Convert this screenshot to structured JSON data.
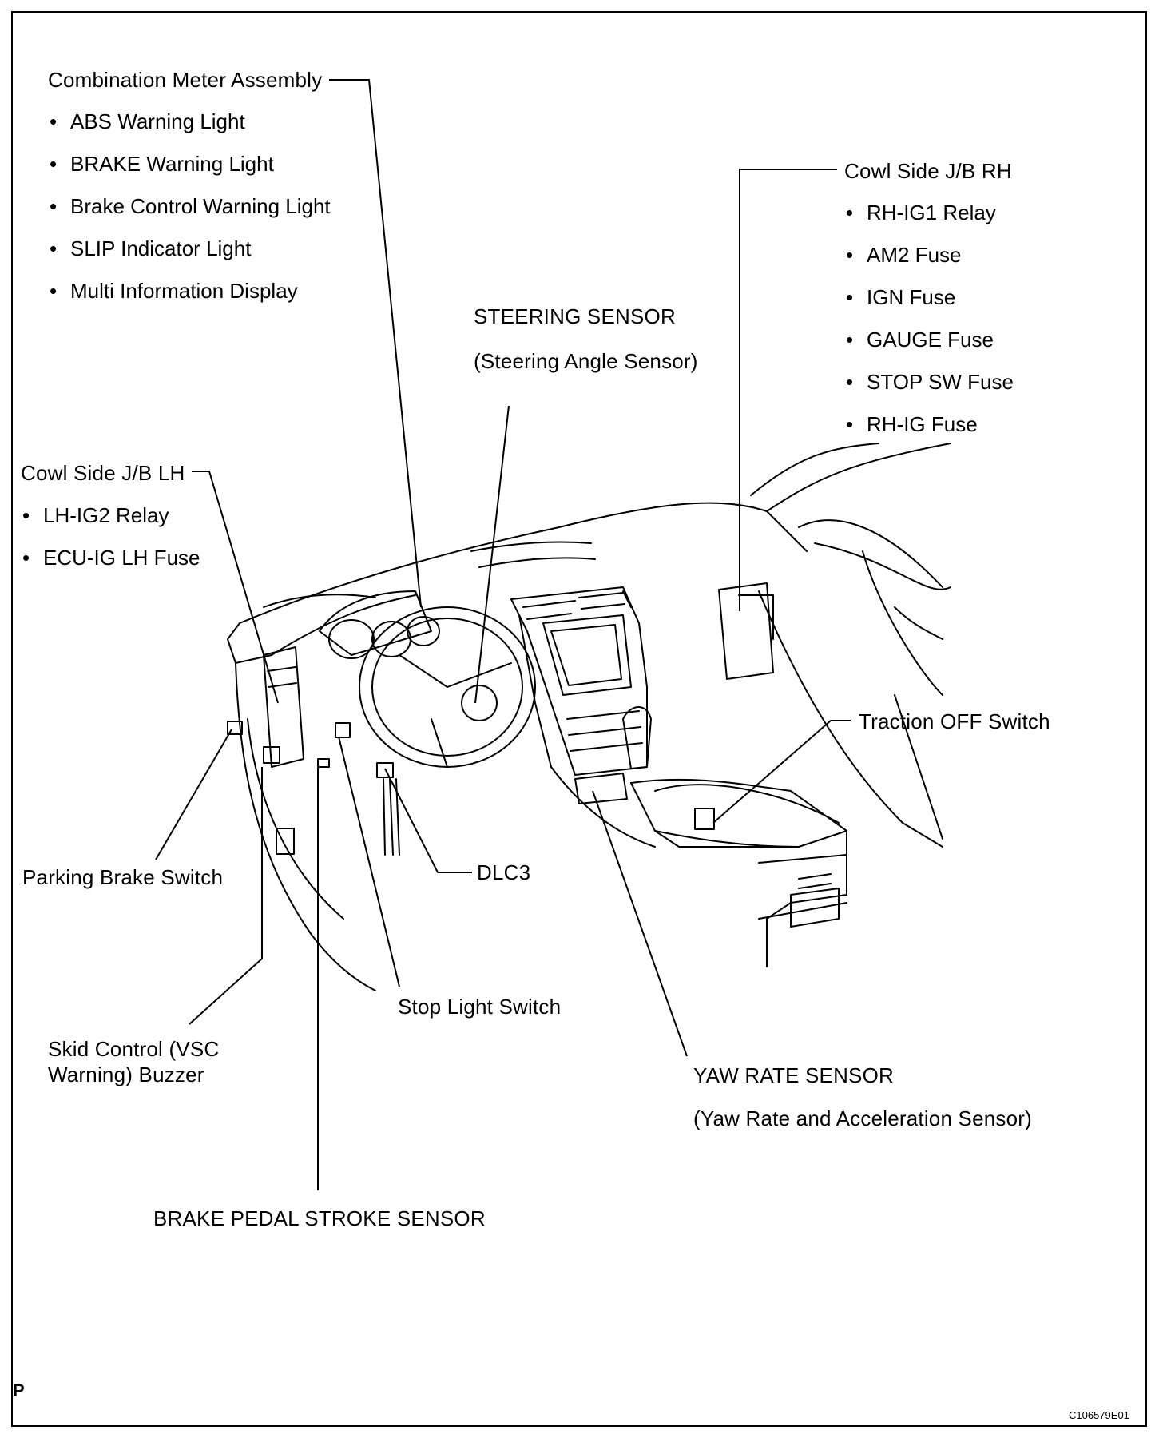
{
  "combination_meter": {
    "title": "Combination Meter Assembly",
    "items": [
      "ABS Warning Light",
      "BRAKE Warning Light",
      "Brake Control Warning Light",
      "SLIP Indicator Light",
      "Multi Information Display"
    ]
  },
  "steering_sensor": {
    "title": "STEERING SENSOR",
    "subtitle": "(Steering Angle Sensor)"
  },
  "cowl_rh": {
    "title": "Cowl Side J/B RH",
    "items": [
      "RH-IG1 Relay",
      "AM2 Fuse",
      "IGN Fuse",
      "GAUGE Fuse",
      "STOP SW Fuse",
      "RH-IG Fuse"
    ]
  },
  "cowl_lh": {
    "title": "Cowl Side J/B LH",
    "items": [
      "LH-IG2 Relay",
      "ECU-IG LH Fuse"
    ]
  },
  "labels": {
    "traction_off": "Traction OFF Switch",
    "parking_brake": "Parking Brake Switch",
    "dlc3": "DLC3",
    "stop_light": "Stop Light Switch",
    "skid_control": "Skid Control (VSC Warning) Buzzer",
    "yaw_rate": "YAW RATE SENSOR",
    "yaw_rate_sub": "(Yaw Rate and Acceleration Sensor)",
    "brake_pedal": "BRAKE PEDAL STROKE SENSOR"
  },
  "footer": {
    "corner_mark": "P",
    "figure_code": "C106579E01"
  }
}
